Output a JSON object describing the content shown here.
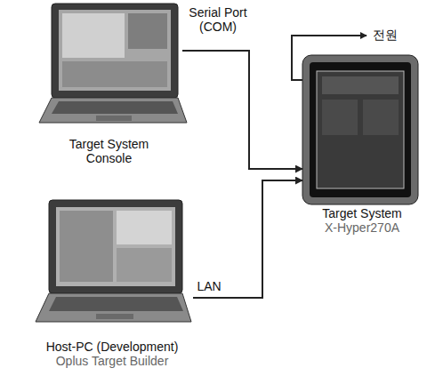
{
  "diagram": {
    "nodes": [
      {
        "text": [
          "Target System Console"
        ]
      },
      {
        "text": [
          "Target System",
          "X-Hyper270A"
        ]
      },
      {
        "text": [
          "Host-PC (Development)",
          "Oplus Target Builder"
        ]
      }
    ],
    "edges": [
      {
        "from": 0,
        "to": 1,
        "label": "Serial Port (COM)",
        "arrow": "to"
      },
      {
        "from": 2,
        "to": 1,
        "label": "LAN",
        "arrow": "to"
      }
    ],
    "labels": [
      "전원"
    ]
  }
}
